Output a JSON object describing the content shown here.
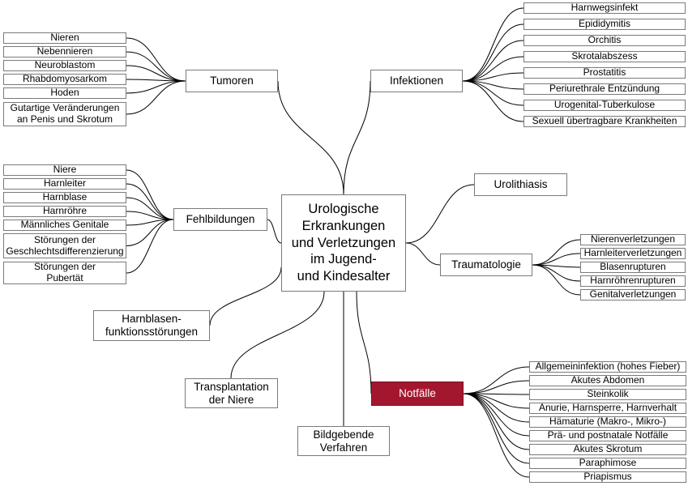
{
  "center": {
    "label": "Urologische\nErkrankungen\nund Verletzungen\nim Jugend-\nund Kindesalter"
  },
  "colors": {
    "accent": "#a3172e",
    "border": "#7a7a7a",
    "line": "#000000"
  },
  "branches": {
    "tumoren": {
      "label": "Tumoren",
      "items": [
        "Nieren",
        "Nebennieren",
        "Neuroblastom",
        "Rhabdomyosarkom",
        "Hoden",
        "Gutartige Veränderungen\nan Penis und Skrotum"
      ]
    },
    "infektionen": {
      "label": "Infektionen",
      "items": [
        "Harnwegsinfekt",
        "Epididymitis",
        "Orchitis",
        "Skrotalabszess",
        "Prostatitis",
        "Periurethrale Entzündung",
        "Urogenital-Tuberkulose",
        "Sexuell übertragbare Krankheiten"
      ]
    },
    "fehlbildungen": {
      "label": "Fehlbildungen",
      "items": [
        "Niere",
        "Harnleiter",
        "Harnblase",
        "Harnröhre",
        "Männliches Genitale",
        "Störungen der\nGeschlechtsdifferenzierung",
        "Störungen der\nPubertät"
      ]
    },
    "urolithiasis": {
      "label": "Urolithiasis"
    },
    "traumatologie": {
      "label": "Traumatologie",
      "items": [
        "Nierenverletzungen",
        "Harnleiterverletzungen",
        "Blasenrupturen",
        "Harnröhrenrupturen",
        "Genitalverletzungen"
      ]
    },
    "harnblasen": {
      "label": "Harnblasen-\nfunktionsstörungen"
    },
    "transplantation": {
      "label": "Transplantation\nder Niere"
    },
    "bildgebende": {
      "label": "Bildgebende\nVerfahren"
    },
    "notfaelle": {
      "label": "Notfälle",
      "items": [
        "Allgemeininfektion (hohes Fieber)",
        "Akutes Abdomen",
        "Steinkolik",
        "Anurie, Harnsperre, Harnverhalt",
        "Hämaturie (Makro-, Mikro-)",
        "Prä- und postnatale Notfälle",
        "Akutes Skrotum",
        "Paraphimose",
        "Priapismus"
      ]
    }
  }
}
